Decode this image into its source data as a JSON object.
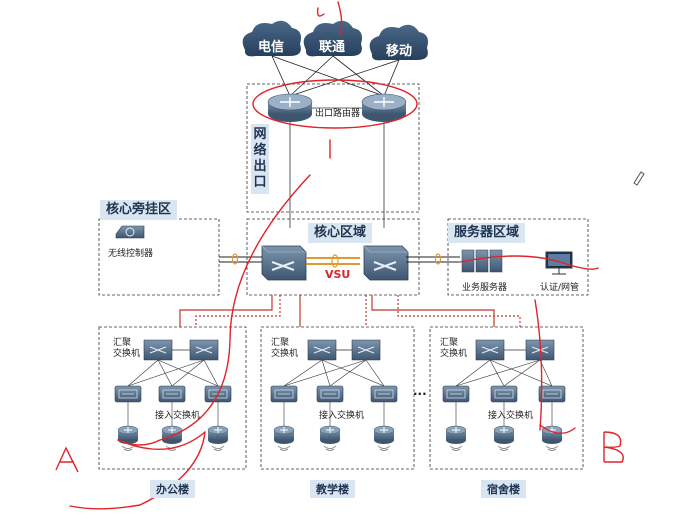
{
  "clouds": {
    "telecom": "电信",
    "unicom": "联通",
    "mobile": "移动"
  },
  "egress": {
    "router_label": "出口路由器",
    "zone_label": "网络出口"
  },
  "core": {
    "zone_label": "核心区域",
    "vsu_label": "VSU"
  },
  "bypass": {
    "zone_label": "核心旁挂区",
    "controller_label": "无线控制器"
  },
  "server": {
    "zone_label": "服务器区域",
    "business_label": "业务服务器",
    "auth_label": "认证/网管"
  },
  "buildings": [
    {
      "name": "办公楼",
      "agg_label": "汇聚\n交换机",
      "access_label": "接入交换机"
    },
    {
      "name": "教学楼",
      "agg_label": "汇聚\n交换机",
      "access_label": "接入交换机"
    },
    {
      "name": "宿舍楼",
      "agg_label": "汇聚\n交换机",
      "access_label": "接入交换机"
    }
  ],
  "ellipsis": "...",
  "annotations": {
    "left_letter": "A",
    "right_letter": "B"
  },
  "colors": {
    "accent_red": "#c0392b",
    "handwriting_red": "#e0242a",
    "zone_tag_bg": "#d9e5f1",
    "device_blue": "#4f6f8f"
  }
}
